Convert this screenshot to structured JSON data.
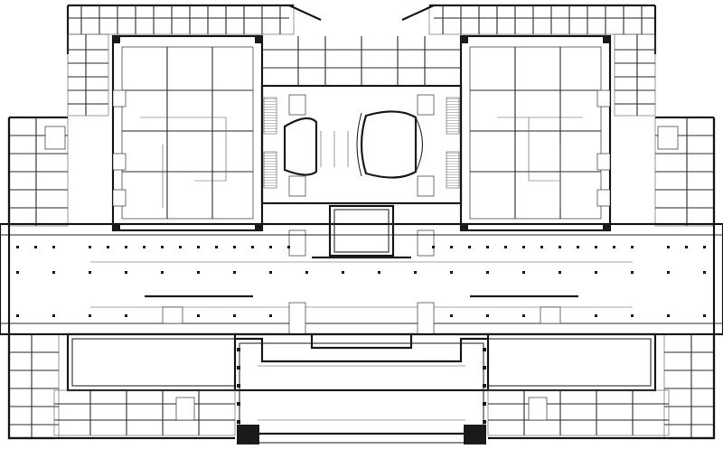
{
  "drawing": {
    "type": "architectural-floor-plan",
    "symmetry": "bilateral",
    "colors": {
      "background": "#ffffff",
      "linework": "#1a1a1a",
      "fine_linework": "#888888",
      "grid_hatch": "#cccccc"
    },
    "zones": [
      "north-wing-left",
      "north-wing-right",
      "exhibition-hall-left",
      "exhibition-hall-right",
      "central-auditorium",
      "central-stage",
      "east-block",
      "west-block",
      "main-concourse",
      "south-courtyard",
      "south-entrance-hall"
    ],
    "text_labels": []
  }
}
